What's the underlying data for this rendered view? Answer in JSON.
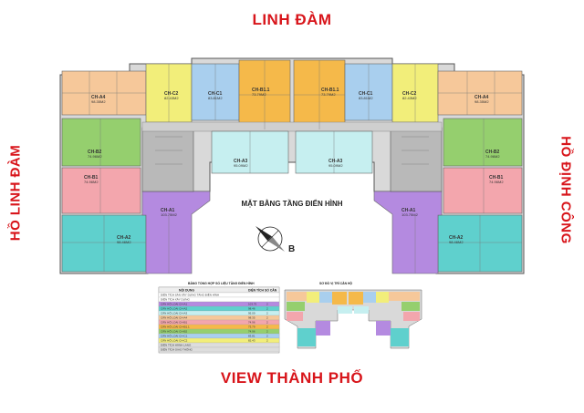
{
  "labels": {
    "top": "LINH ĐÀM",
    "bottom": "VIEW THÀNH PHỐ",
    "left": "HỒ LINH ĐÀM",
    "right": "HỒ ĐỊNH CÔNG",
    "center": "MẶT BẰNG TẦNG ĐIỂN HÌNH",
    "compass_letter": "B",
    "legend_title": "BẢNG TỔNG HỢP SỐ LIỆU TẦNG ĐIỂN HÌNH",
    "keyplan_title": "SƠ ĐỒ VỊ TRÍ CĂN HỘ"
  },
  "colors": {
    "red_label": "#d8151b",
    "orange": "#f6c89a",
    "yellow": "#f2ee7a",
    "blue": "#a9cfee",
    "amber": "#f5b94a",
    "green": "#95cf6e",
    "pink": "#f3a6ad",
    "purple": "#b48ae0",
    "cyan": "#5fd0cd",
    "lightcyan": "#c6eff0",
    "gray": "#9a9a9a"
  },
  "units": [
    {
      "name": "CH-A4",
      "area": "98.35M2"
    },
    {
      "name": "CH-C2",
      "area": "82.43M2"
    },
    {
      "name": "CH-C1",
      "area": "83.81M2"
    },
    {
      "name": "CH-B1.1",
      "area": "73.79M2"
    },
    {
      "name": "CH-B1.1",
      "area": "73.79M2"
    },
    {
      "name": "CH-C1",
      "area": "83.81M2"
    },
    {
      "name": "CH-C2",
      "area": "82.43M2"
    },
    {
      "name": "CH-A4",
      "area": "98.35M2"
    },
    {
      "name": "CH-B2",
      "area": "74.96M2"
    },
    {
      "name": "CH-B2",
      "area": "74.96M2"
    },
    {
      "name": "CH-B1",
      "area": "74.96M2"
    },
    {
      "name": "CH-B1",
      "area": "74.96M2"
    },
    {
      "name": "CH-A1",
      "area": "103.75M2"
    },
    {
      "name": "CH-A1",
      "area": "103.75M2"
    },
    {
      "name": "CH-A2",
      "area": "98.46M2"
    },
    {
      "name": "CH-A2",
      "area": "98.46M2"
    },
    {
      "name": "CH-A3",
      "area": "95.09M2"
    },
    {
      "name": "CH-A3",
      "area": "95.09M2"
    }
  ],
  "legend": {
    "headers": [
      "NỘI DUNG",
      "DIỆN TÍCH",
      "SỐ CĂN"
    ],
    "rows": [
      [
        "DIỆN TÍCH SÀN XÂY DỰNG TẦNG ĐIỂN HÌNH",
        "",
        ""
      ],
      [
        "DIỆN TÍCH XÂY DỰNG",
        "",
        ""
      ],
      [
        "CĂN HỘ LOẠI CH-A1",
        "103.75",
        "2"
      ],
      [
        "CĂN HỘ LOẠI CH-A2",
        "98.46",
        "2"
      ],
      [
        "CĂN HỘ LOẠI CH-A3",
        "95.09",
        "2"
      ],
      [
        "CĂN HỘ LOẠI CH-A4",
        "98.35",
        "2"
      ],
      [
        "CĂN HỘ LOẠI CH-B1",
        "74.96",
        "2"
      ],
      [
        "CĂN HỘ LOẠI CH-B1.1",
        "73.79",
        "2"
      ],
      [
        "CĂN HỘ LOẠI CH-B2",
        "74.96",
        "2"
      ],
      [
        "CĂN HỘ LOẠI CH-C1",
        "83.81",
        "2"
      ],
      [
        "CĂN HỘ LOẠI CH-C2",
        "82.43",
        "2"
      ],
      [
        "DIỆN TÍCH HÀNH LANG",
        "",
        ""
      ],
      [
        "DIỆN TÍCH GIAO THÔNG",
        "",
        ""
      ]
    ]
  }
}
